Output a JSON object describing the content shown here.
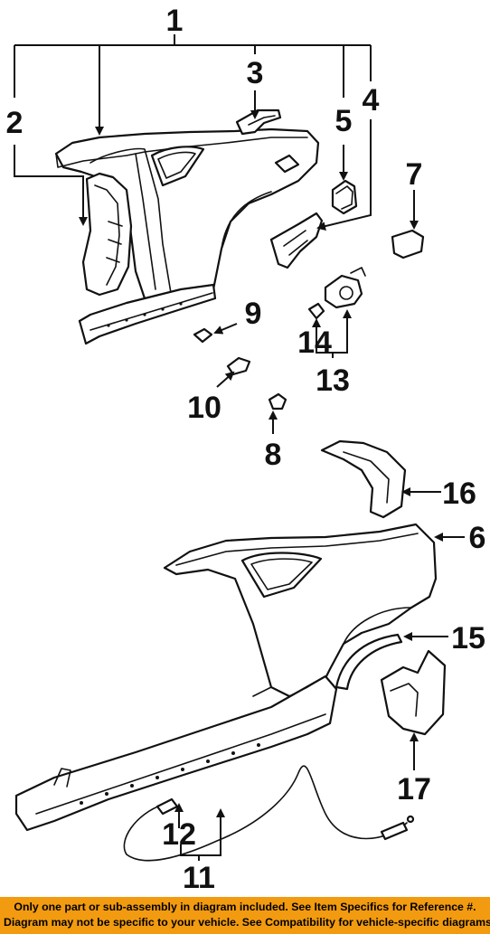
{
  "callouts": {
    "c1": "1",
    "c2": "2",
    "c3": "3",
    "c4": "4",
    "c5": "5",
    "c6": "6",
    "c7": "7",
    "c8": "8",
    "c9": "9",
    "c10": "10",
    "c11": "11",
    "c12": "12",
    "c13": "13",
    "c14": "14",
    "c15": "15",
    "c16": "16",
    "c17": "17"
  },
  "footer": {
    "line1": "Only one part or sub-assembly in diagram included. See Item Specifics for Reference #.",
    "line2": "Diagram may not be specific to your vehicle. See Compatibility for vehicle-specific diagrams."
  },
  "colors": {
    "footer_bg": "#f29b10",
    "ink": "#111111"
  }
}
